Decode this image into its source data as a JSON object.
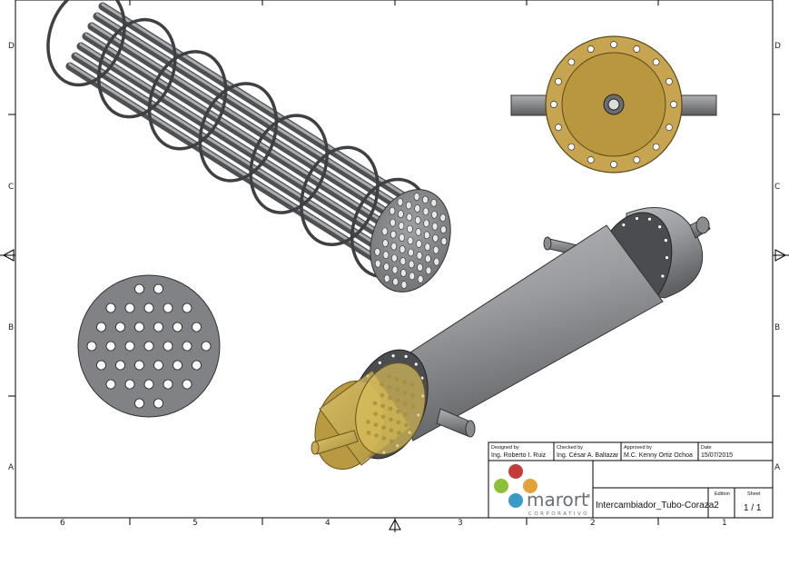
{
  "frame": {
    "columns_bottom": [
      "6",
      "5",
      "4",
      "3",
      "2",
      "1"
    ],
    "rows_left": [
      "D",
      "C",
      "B",
      "A"
    ],
    "rows_right": [
      "D",
      "C",
      "B",
      "A"
    ]
  },
  "title_block": {
    "designed_by_label": "Designed by",
    "designed_by": "Ing. Roberto I. Ruiz",
    "checked_by_label": "Checked by",
    "checked_by": "Ing. César A. Baltazar",
    "approved_by_label": "Approved by",
    "approved_by": "M.C. Kenny Ortiz Ochoa",
    "date_label": "Date",
    "date": "15/07/2015",
    "drawing_title": "Intercambiador_Tubo-Coraza2",
    "edition_label": "Edition",
    "sheet_label": "Sheet",
    "sheet": "1 / 1"
  },
  "logo": {
    "name": "marort",
    "mark": "®",
    "subtitle": "CORPORATIVO"
  },
  "colors": {
    "metal": "#8f9194",
    "metal_dark": "#55575a",
    "brass": "#c9aa55",
    "brass_dark": "#8a7330",
    "brass_transparent": "#d8bf5a"
  }
}
